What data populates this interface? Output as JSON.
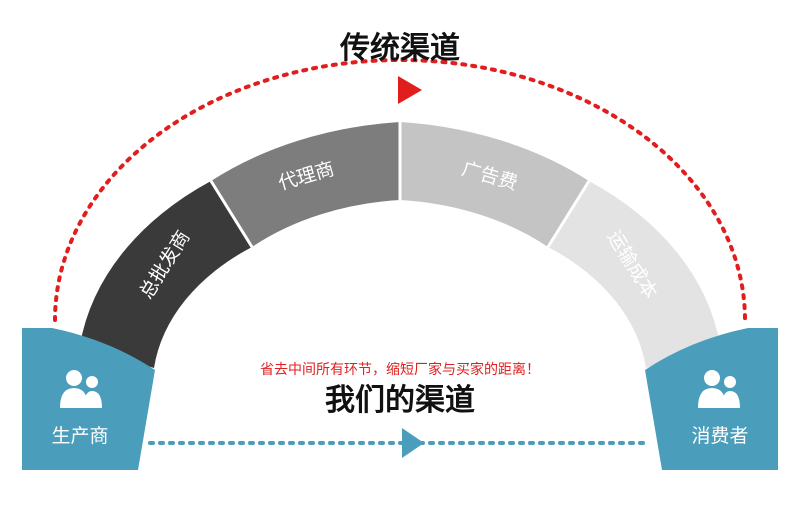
{
  "top_title": "传统渠道",
  "bottom_title": "我们的渠道",
  "slogan": "省去中间所有环节，缩短厂家与买家的距离！",
  "left_end": {
    "label": "生产商",
    "icon": "people-icon"
  },
  "right_end": {
    "label": "消费者",
    "icon": "people-icon"
  },
  "segments": [
    {
      "label": "总批发商",
      "color": "#3a3a3a"
    },
    {
      "label": "代理商",
      "color": "#7d7d7d"
    },
    {
      "label": "广告费",
      "color": "#c4c4c4"
    },
    {
      "label": "运输成本",
      "color": "#e3e3e3"
    }
  ],
  "colors": {
    "accent_blue": "#4a9dbb",
    "arrow_red": "#e21d1d",
    "dots_blue": "#4a9dbb"
  }
}
